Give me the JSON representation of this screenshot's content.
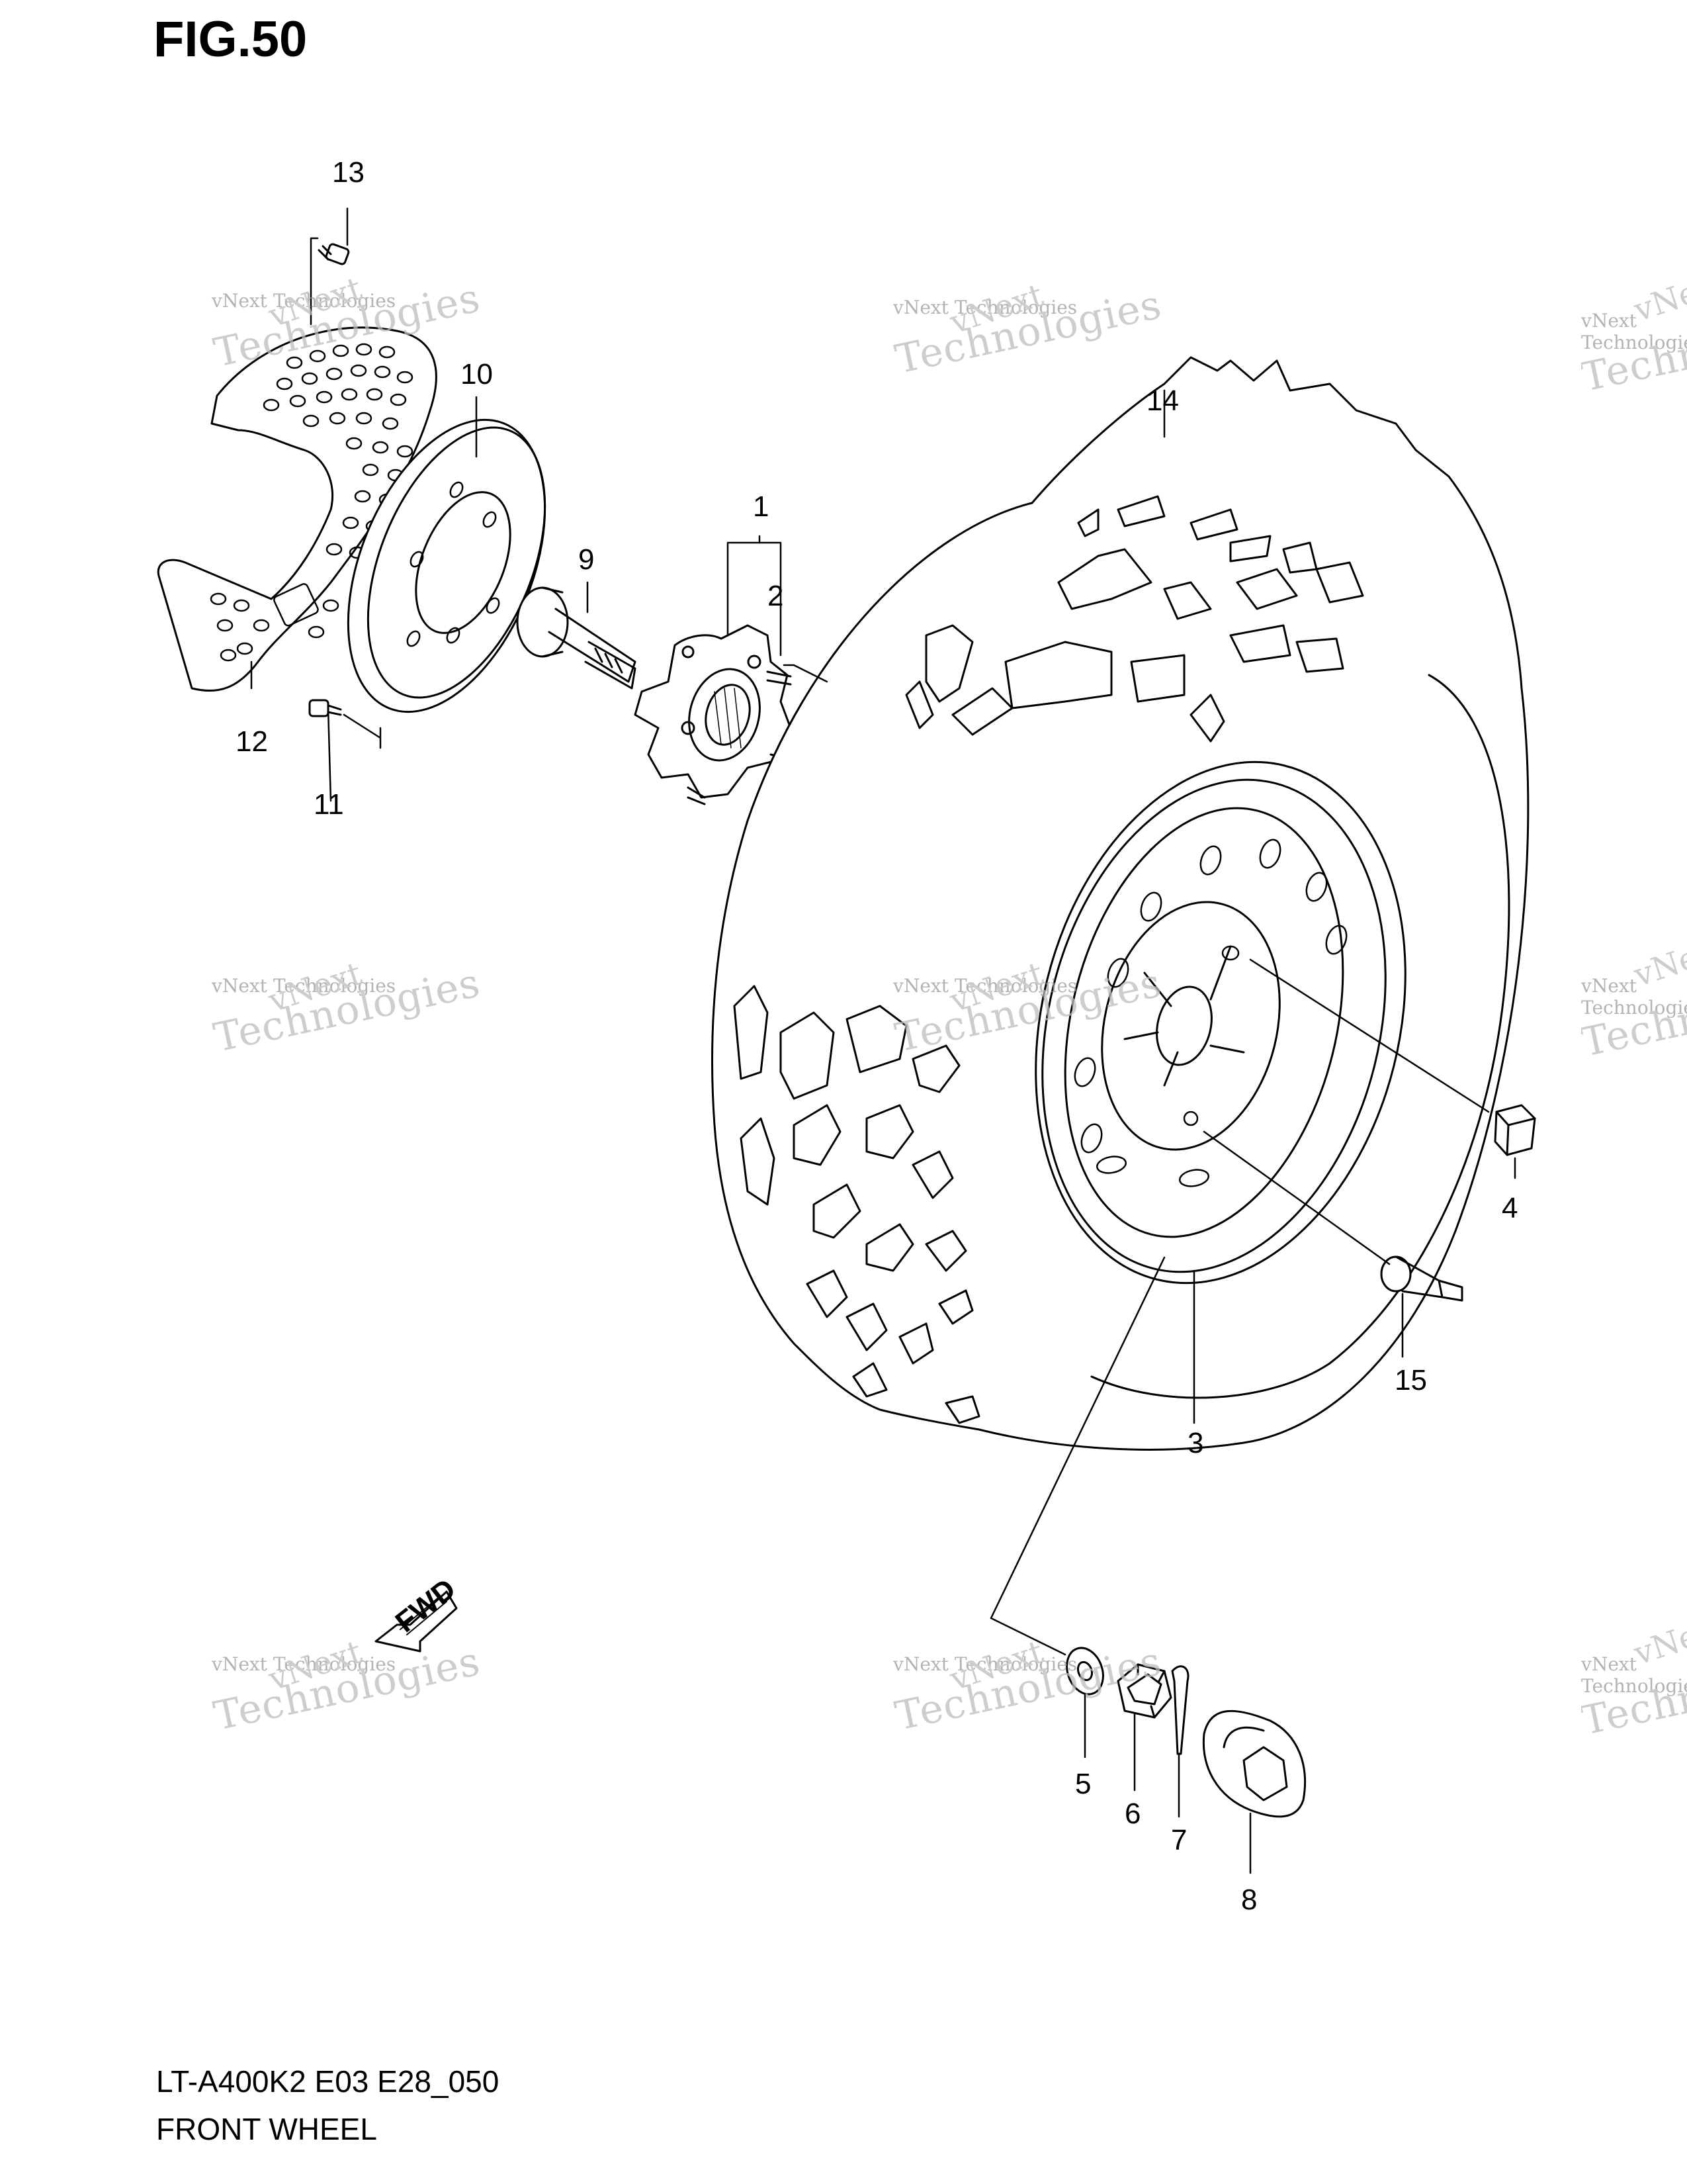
{
  "figure_title": "FIG.50",
  "model_code": "LT-A400K2 E03 E28_050",
  "section_name": "FRONT WHEEL",
  "fwd_label": "FWD",
  "watermark": {
    "brand": "vNext",
    "line1": "vNext Technologies",
    "line2": "Technologies"
  },
  "callouts": {
    "c1": "1",
    "c2": "2",
    "c3": "3",
    "c4": "4",
    "c5": "5",
    "c6": "6",
    "c7": "7",
    "c8": "8",
    "c9": "9",
    "c10": "10",
    "c11": "11",
    "c12": "12",
    "c13": "13",
    "c14": "14",
    "c15": "15"
  }
}
